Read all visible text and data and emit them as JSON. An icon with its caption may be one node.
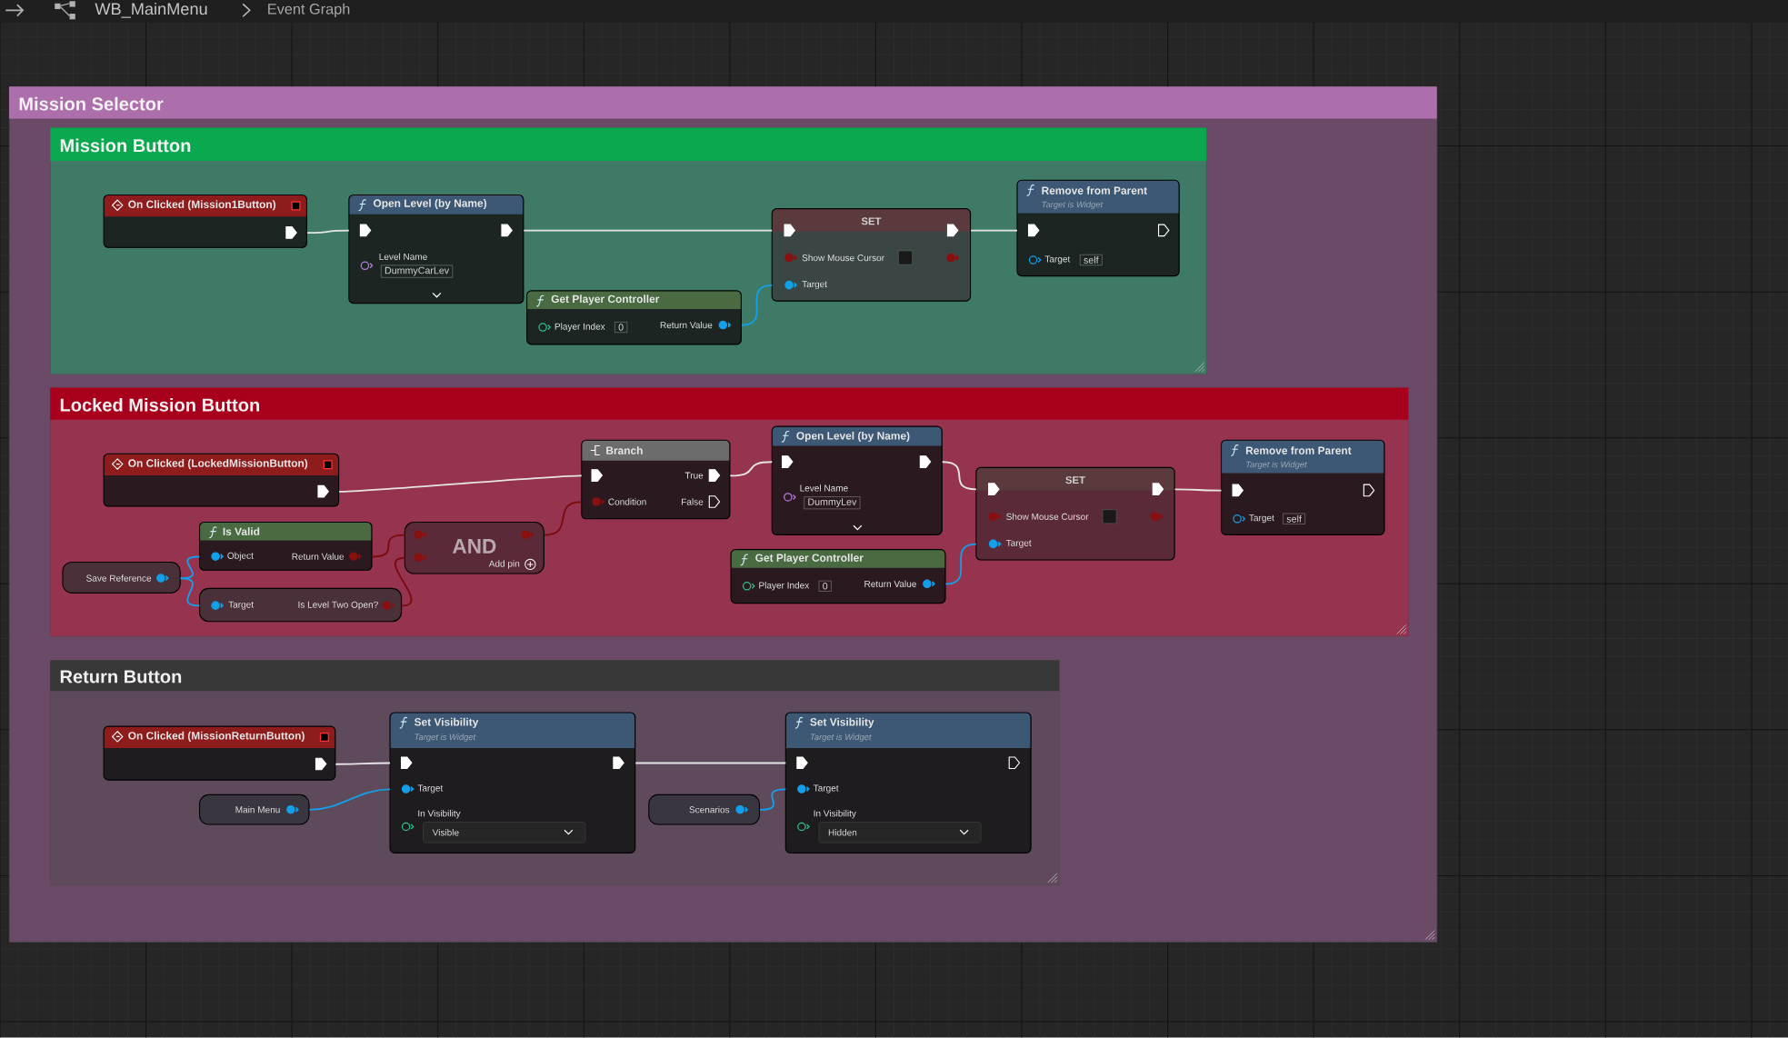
{
  "diagram": {
    "nodes": [
      {
        "text": [
          "Mission Selector"
        ]
      },
      {
        "text": [
          "Mission Button"
        ],
        "in": 0
      },
      {
        "text": [
          "On Clicked (Mission1Button)"
        ],
        "in": 1
      },
      {
        "text": [
          "Open Level (by Name)",
          "Level Name",
          "DummyCarLev"
        ],
        "in": 1
      },
      {
        "text": [
          "Get Player Controller",
          "Player Index",
          "0",
          "Return Value"
        ],
        "in": 1
      },
      {
        "text": [
          "SET",
          "Show Mouse Cursor",
          "Target"
        ],
        "in": 1
      },
      {
        "text": [
          "Remove from Parent",
          "Target is Widget",
          "Target",
          "self"
        ],
        "in": 1
      },
      {
        "text": [
          "Locked Mission Button"
        ],
        "in": 0
      },
      {
        "text": [
          "On Clicked (LockedMissionButton)"
        ],
        "in": 7
      },
      {
        "text": [
          "Branch",
          "True",
          "Condition",
          "False"
        ],
        "in": 7
      },
      {
        "text": [
          "Open Level (by Name)",
          "Level Name",
          "DummyLev"
        ],
        "in": 7
      },
      {
        "text": [
          "SET",
          "Show Mouse Cursor",
          "Target"
        ],
        "in": 7
      },
      {
        "text": [
          "Remove from Parent",
          "Target is Widget",
          "Target",
          "self"
        ],
        "in": 7
      },
      {
        "text": [
          "Save Reference"
        ],
        "in": 7
      },
      {
        "text": [
          "Is Valid",
          "Object",
          "Return Value"
        ],
        "in": 7
      },
      {
        "text": [
          "Target",
          "Is Level Two Open?"
        ],
        "in": 7
      },
      {
        "text": [
          "AND",
          "Add pin"
        ],
        "in": 7
      },
      {
        "text": [
          "Get Player Controller",
          "Player Index",
          "0",
          "Return Value"
        ],
        "in": 7
      },
      {
        "text": [
          "Return Button"
        ],
        "in": 0
      },
      {
        "text": [
          "On Clicked (MissionReturnButton)"
        ],
        "in": 18
      },
      {
        "text": [
          "Set Visibility",
          "Target is Widget",
          "Target",
          "In Visibility",
          "Visible"
        ],
        "in": 18
      },
      {
        "text": [
          "Set Visibility",
          "Target is Widget",
          "Target",
          "In Visibility",
          "Hidden"
        ],
        "in": 18
      },
      {
        "text": [
          "Main Menu"
        ],
        "in": 18
      },
      {
        "text": [
          "Scenarios"
        ],
        "in": 18
      }
    ],
    "edges": [
      {
        "from": 2,
        "to": 3,
        "arrow": "none"
      },
      {
        "from": 3,
        "to": 5,
        "arrow": "none"
      },
      {
        "from": 4,
        "to": 5,
        "arrow": "none",
        "color": "#12a0ea"
      },
      {
        "from": 5,
        "to": 6,
        "arrow": "none"
      },
      {
        "from": 8,
        "to": 9,
        "arrow": "none"
      },
      {
        "from": 9,
        "to": 10,
        "arrow": "none"
      },
      {
        "from": 10,
        "to": 11,
        "arrow": "none"
      },
      {
        "from": 17,
        "to": 11,
        "arrow": "none",
        "color": "#12a0ea"
      },
      {
        "from": 11,
        "to": 12,
        "arrow": "none"
      },
      {
        "from": 13,
        "to": 14,
        "arrow": "none",
        "color": "#12a0ea"
      },
      {
        "from": 13,
        "to": 15,
        "arrow": "none",
        "color": "#12a0ea"
      },
      {
        "from": 14,
        "to": 16,
        "arrow": "none",
        "color": "#7a0c10"
      },
      {
        "from": 15,
        "to": 16,
        "arrow": "none",
        "color": "#7a0c10"
      },
      {
        "from": 16,
        "to": 9,
        "arrow": "none",
        "color": "#7a0c10"
      },
      {
        "from": 19,
        "to": 20,
        "arrow": "none"
      },
      {
        "from": 20,
        "to": 21,
        "arrow": "none"
      },
      {
        "from": 22,
        "to": 20,
        "arrow": "none",
        "color": "#12a0ea"
      },
      {
        "from": 23,
        "to": 21,
        "arrow": "none",
        "color": "#12a0ea"
      }
    ],
    "labels": [
      "WB_MainMenu",
      "Event Graph"
    ]
  }
}
